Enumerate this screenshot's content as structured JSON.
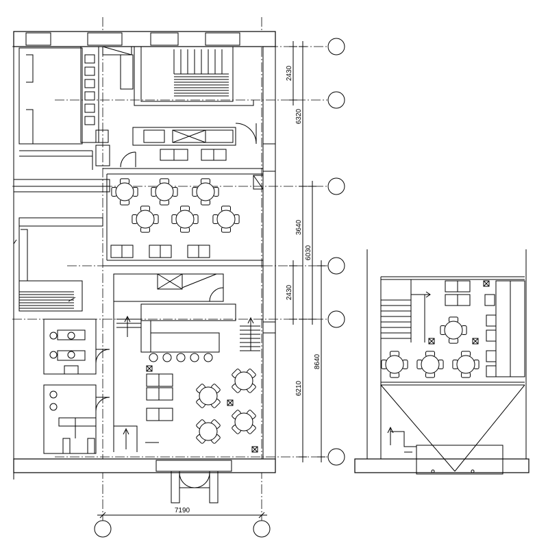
{
  "dimensions": {
    "vertical_segments": [
      "2430",
      "6320",
      "3640",
      "6030",
      "2430",
      "8640",
      "6210"
    ],
    "horizontal_overall": "7190"
  },
  "symbols": {
    "grid_bubble": "circle",
    "table": "round-table-with-4-chairs",
    "stair_arrow": "arrow"
  }
}
